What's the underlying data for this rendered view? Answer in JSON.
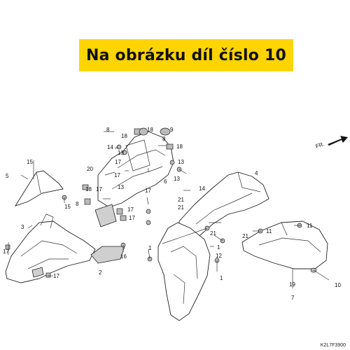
{
  "banner": {
    "text": "Na obrázku díl číslo 10",
    "bg_color": "#ffd400"
  },
  "direction_mark": "FR.",
  "diagram_code": "K2L7F3900",
  "callouts": {
    "c1a": "1",
    "c1b": "1",
    "c1c": "1",
    "c2": "2",
    "c3": "3",
    "c4": "4",
    "c5": "5",
    "c6": "6",
    "c7": "7",
    "c8a": "8",
    "c8b": "8",
    "c8c": "8",
    "c9": "9",
    "c10": "10",
    "c11a": "11",
    "c11b": "11",
    "c12": "12",
    "c13a": "13",
    "c13b": "13",
    "c13c": "13",
    "c13d": "13",
    "c14a": "14",
    "c14b": "14",
    "c15a": "15",
    "c15b": "15",
    "c16": "16",
    "c17a": "17",
    "c17b": "17",
    "c17c": "17",
    "c17d": "17",
    "c17e": "17",
    "c17f": "17",
    "c17g": "17",
    "c17h": "17",
    "c18a": "18",
    "c18b": "18",
    "c18c": "18",
    "c18d": "18",
    "c19": "19",
    "c20": "20",
    "c21a": "21",
    "c21b": "21",
    "c21c": "21",
    "c21d": "21"
  }
}
